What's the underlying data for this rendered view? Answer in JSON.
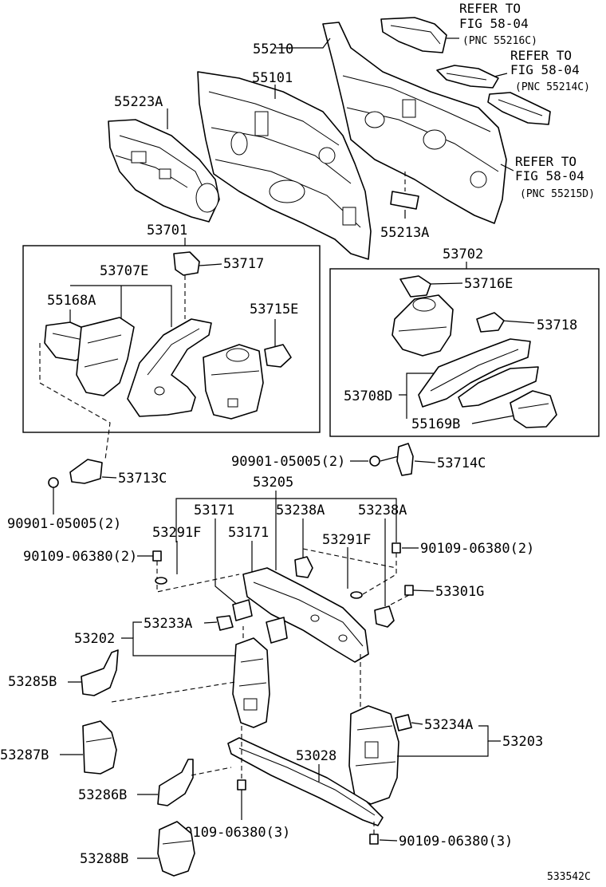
{
  "diagram_code": "533542C",
  "labels": {
    "p55210": "55210",
    "p55101": "55101",
    "p55223A": "55223A",
    "p55213A": "55213A",
    "p53701": "53701",
    "p53702": "53702",
    "p53717": "53717",
    "p53707E": "53707E",
    "p55168A": "55168A",
    "p53715E": "53715E",
    "p53716E": "53716E",
    "p53718": "53718",
    "p53708D": "53708D",
    "p55169B": "55169B",
    "p90901a": "90901-05005(2)",
    "p53714C": "53714C",
    "p53713C": "53713C",
    "p90901b": "90901-05005(2)",
    "p53205": "53205",
    "p53171a": "53171",
    "p53238Aa": "53238A",
    "p53238Ab": "53238A",
    "p53291Fa": "53291F",
    "p53171b": "53171",
    "p53291Fb": "53291F",
    "p90109a": "90109-06380(2)",
    "p90109b": "90109-06380(2)",
    "p53301G": "53301G",
    "p53233A": "53233A",
    "p53202": "53202",
    "p53285B": "53285B",
    "p53234A": "53234A",
    "p53203": "53203",
    "p53287B": "53287B",
    "p53028": "53028",
    "p53286B": "53286B",
    "p90109c": "90109-06380(3)",
    "p90109d": "90109-06380(3)",
    "p53288B": "53288B"
  },
  "refs": [
    {
      "line1": "REFER TO",
      "line2": "FIG 58-04",
      "pnc": "(PNC 55216C)"
    },
    {
      "line1": "REFER TO",
      "line2": "FIG 58-04",
      "pnc": "(PNC 55214C)"
    },
    {
      "line1": "REFER TO",
      "line2": "FIG 58-04",
      "pnc": "(PNC 55215D)"
    }
  ]
}
